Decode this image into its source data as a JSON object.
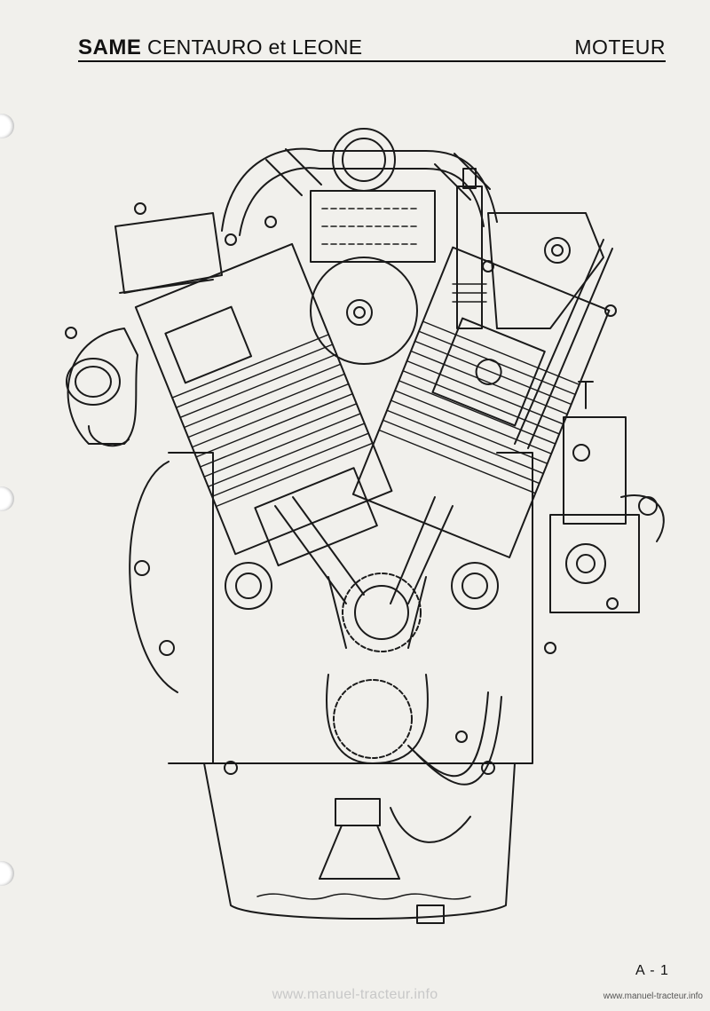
{
  "header": {
    "brand": "SAME",
    "models": "CENTAURO et LEONE",
    "section": "MOTEUR"
  },
  "drawing": {
    "subject": "engine-cross-section-icon"
  },
  "footer": {
    "page_number": "A - 1",
    "watermark": "www.manuel-tracteur.info",
    "watermark_small": "www.manuel-tracteur.info"
  }
}
